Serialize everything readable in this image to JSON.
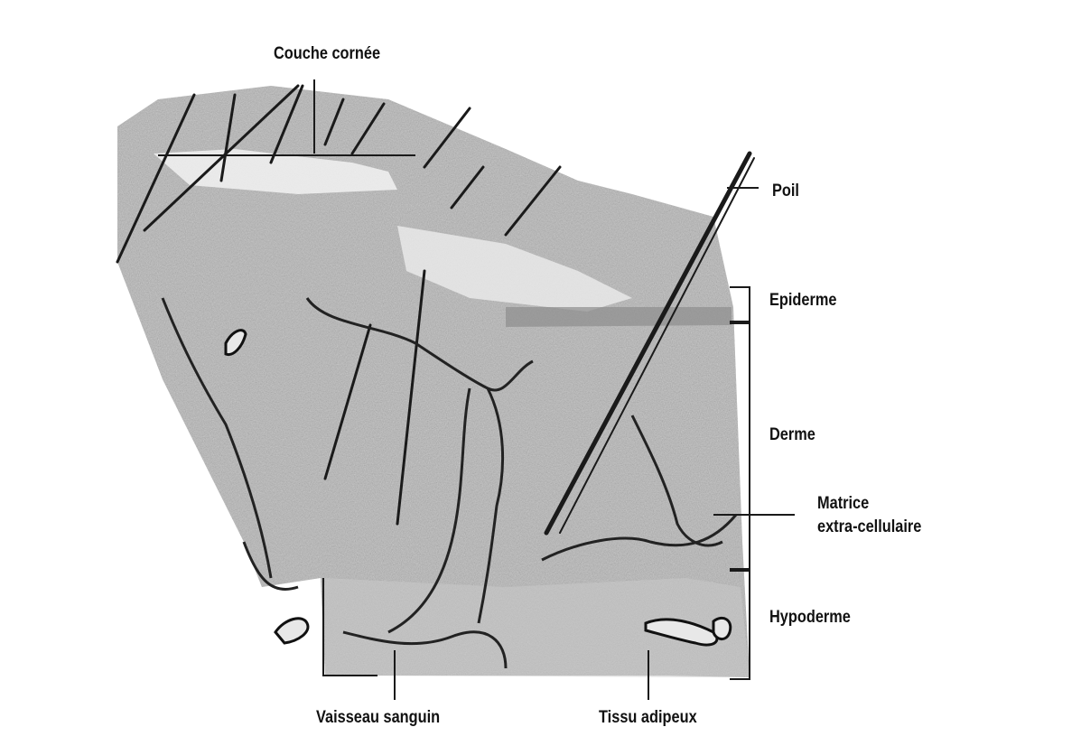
{
  "diagram": {
    "labels": {
      "couche_cornee": "Couche cornée",
      "poil": "Poil",
      "epiderme": "Epiderme",
      "derme": "Derme",
      "matrice_line1": "Matrice",
      "matrice_line2": "extra-cellulaire",
      "hypoderme": "Hypoderme",
      "vaisseau": "Vaisseau sanguin",
      "tissu": "Tissu adipeux"
    }
  }
}
